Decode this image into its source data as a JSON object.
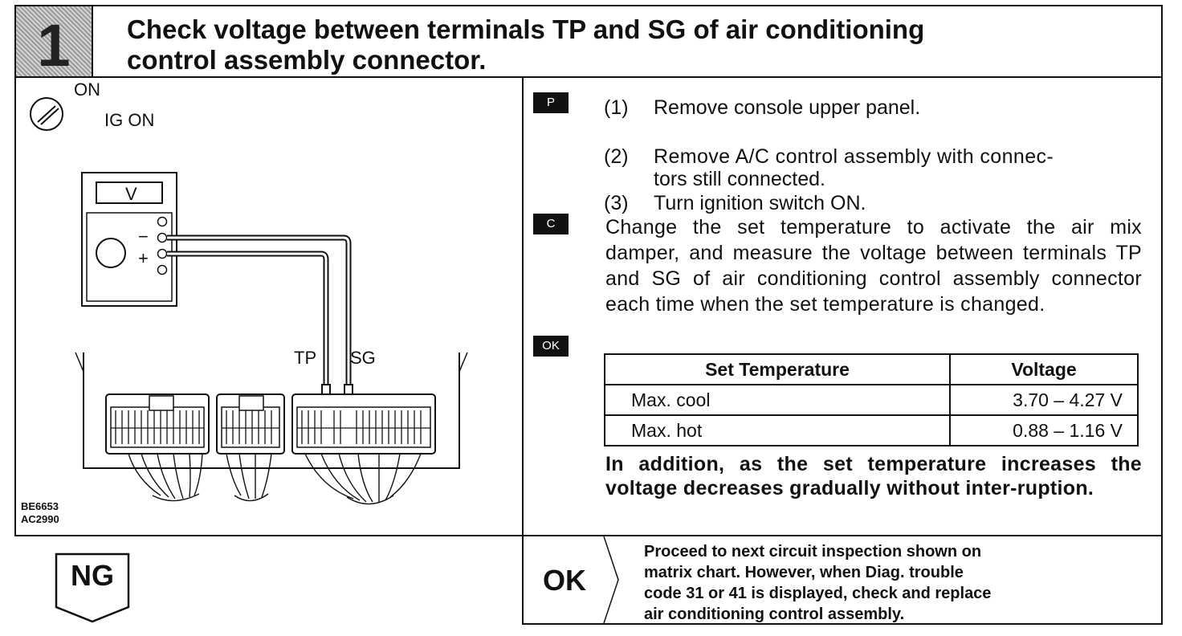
{
  "header": {
    "step_number": "1",
    "title_line1": "Check voltage between terminals TP and SG of air conditioning",
    "title_line2": "control assembly connector."
  },
  "diagram": {
    "switch_label": "ON",
    "ignition_label": "IG ON",
    "meter_label": "V",
    "minus_label": "−",
    "plus_label": "+",
    "terminal_tp": "TP",
    "terminal_sg": "SG",
    "code_1": "BE6653",
    "code_2": "AC2990"
  },
  "markers": {
    "p": "P",
    "c": "C",
    "ok": "OK"
  },
  "steps": [
    {
      "num": "(1)",
      "text": "Remove console upper panel."
    },
    {
      "num": "(2)",
      "text_line1": "Remove A/C control assembly with connec-",
      "text_line2": "tors still connected."
    },
    {
      "num": "(3)",
      "text": "Turn ignition switch ON."
    }
  ],
  "check_text": "Change the set temperature to activate the air mix damper, and measure the voltage between terminals TP and SG of air conditioning control assembly connector each time when the set temperature is changed.",
  "table": {
    "headers": [
      "Set Temperature",
      "Voltage"
    ],
    "rows": [
      [
        "Max. cool",
        "3.70 – 4.27 V"
      ],
      [
        "Max. hot",
        "0.88 – 1.16 V"
      ]
    ]
  },
  "ok_note": "In addition, as the set temperature increases the voltage decreases gradually without inter-ruption.",
  "footer": {
    "ng_label": "NG",
    "ok_label": "OK",
    "ok_line1": "Proceed to next circuit inspection shown on",
    "ok_line2": "matrix chart. However, when Diag. trouble",
    "ok_line3": "code 31 or 41 is displayed, check and replace",
    "ok_line4": "air conditioning control assembly."
  }
}
